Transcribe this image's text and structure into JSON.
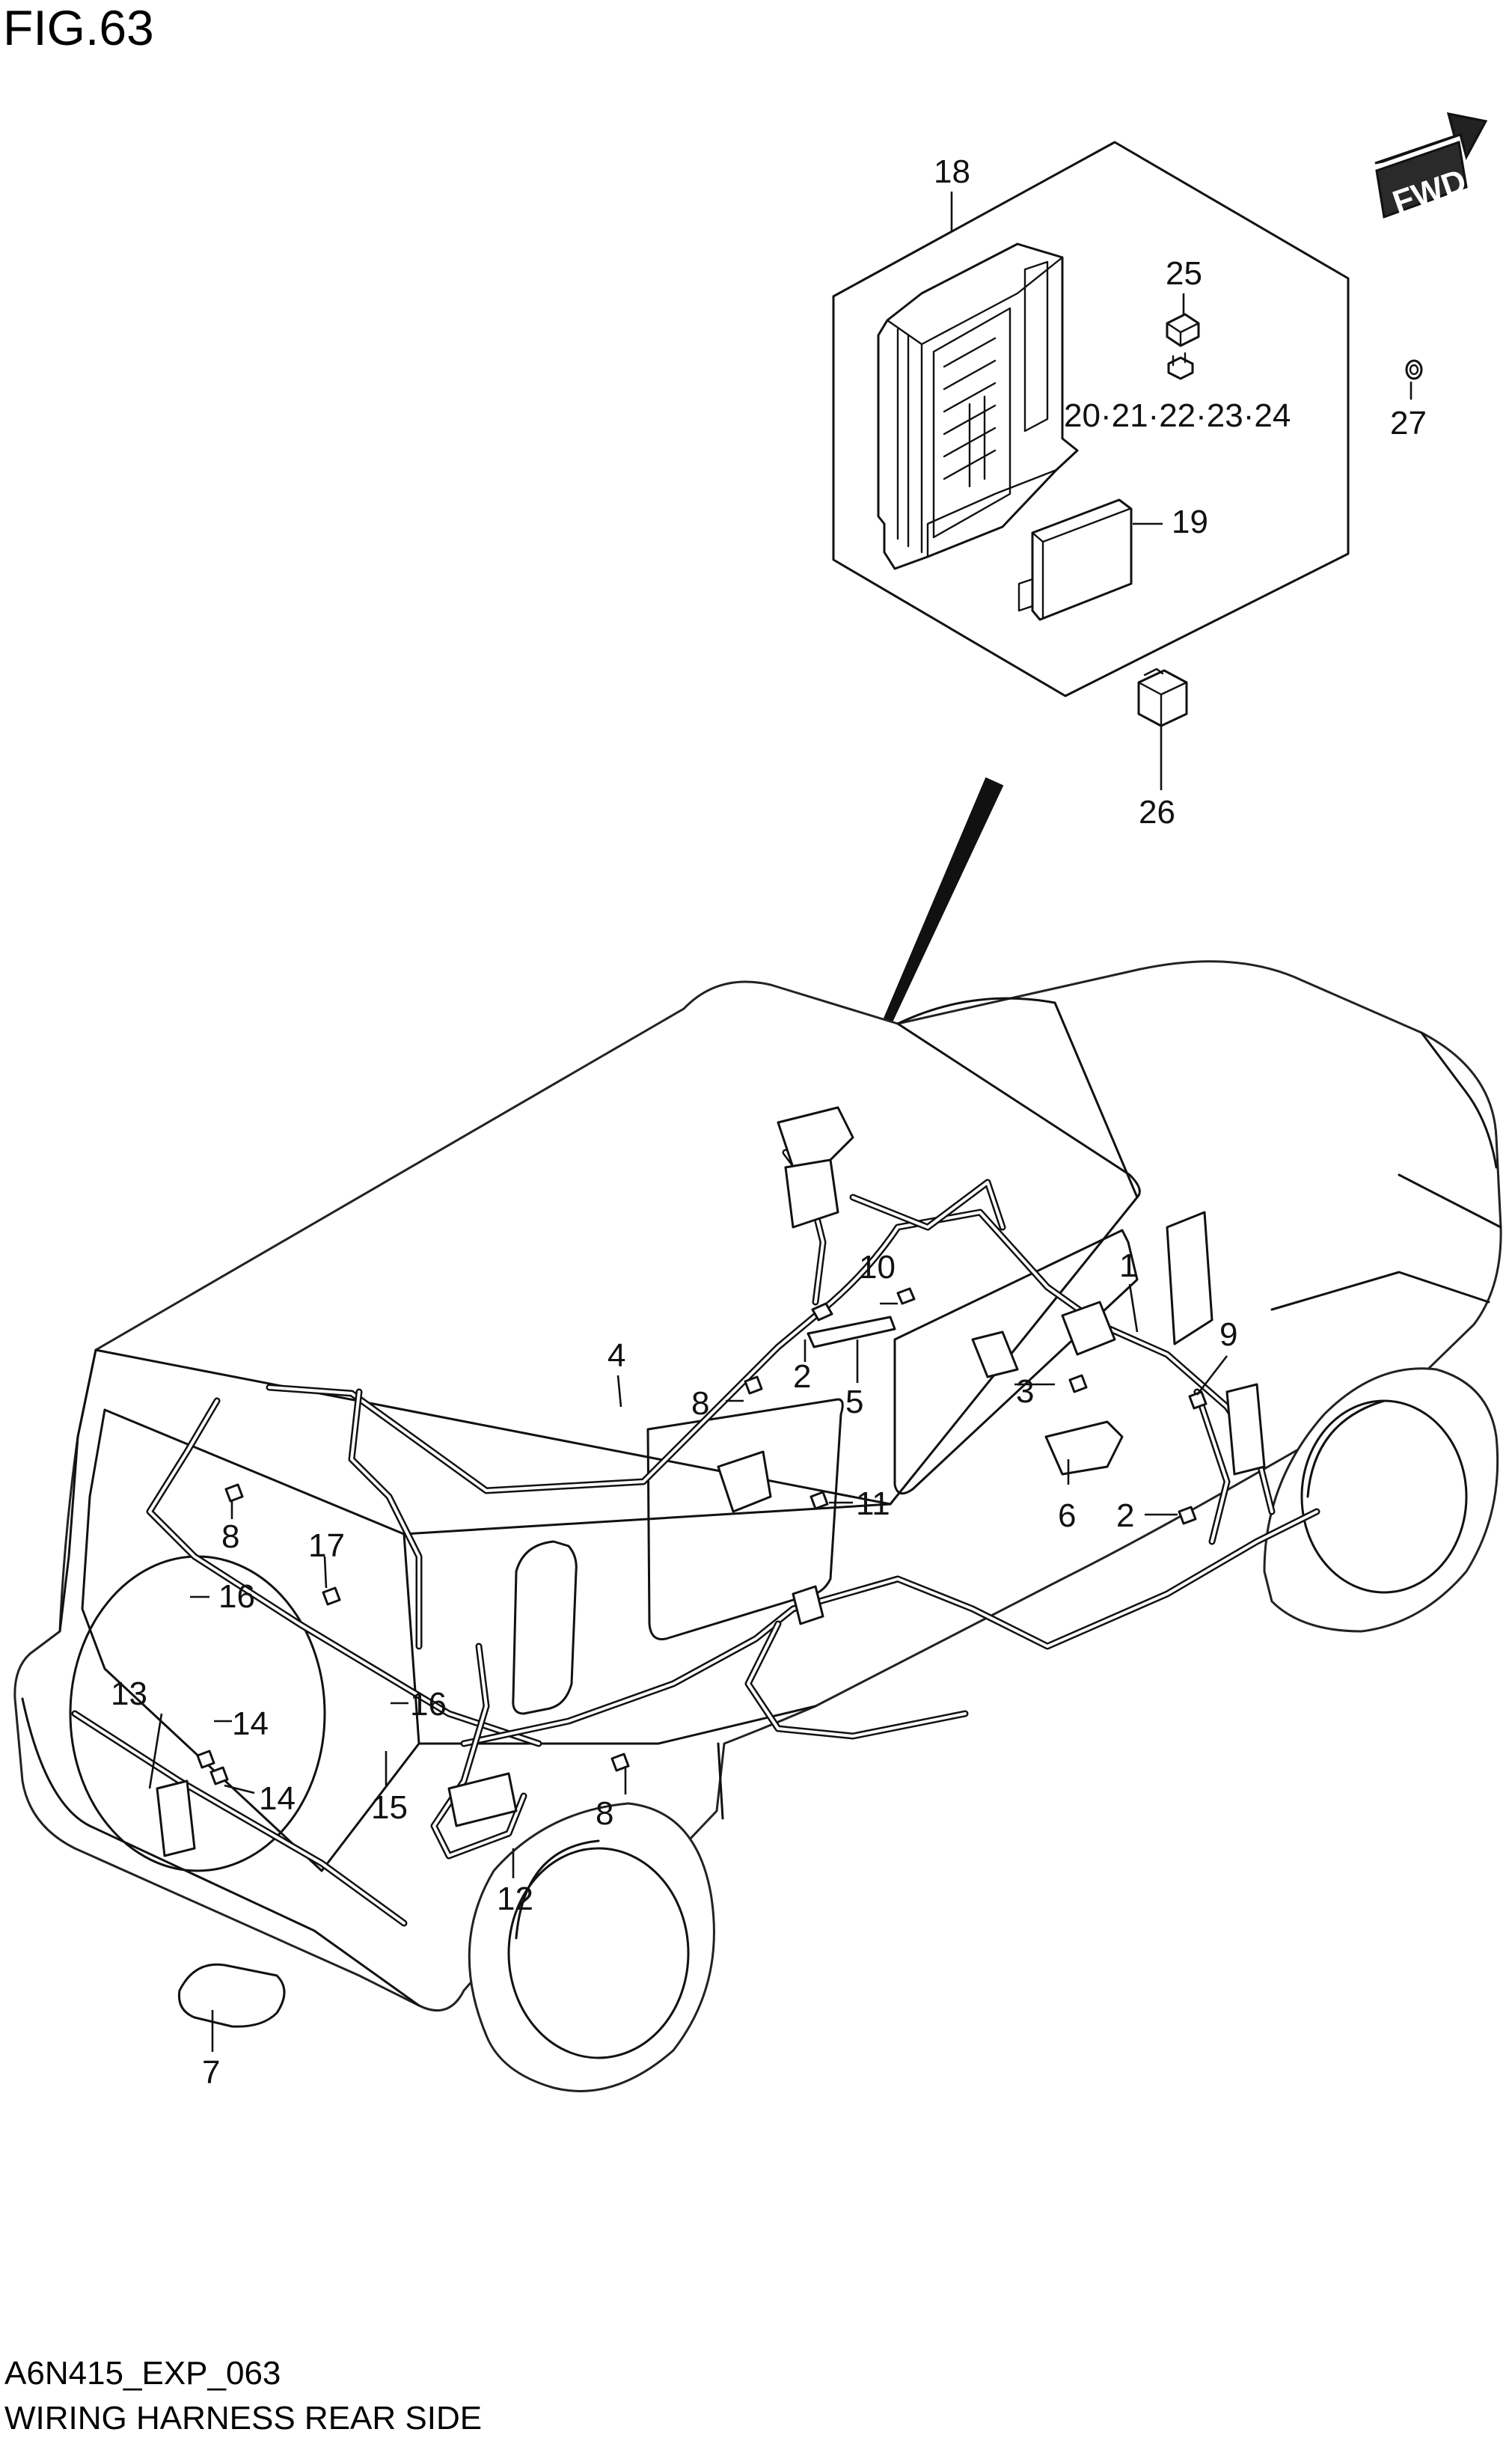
{
  "header": {
    "figure": "FIG.63"
  },
  "footer": {
    "code": "A6N415_EXP_063",
    "title": "WIRING HARNESS REAR SIDE"
  },
  "fwd_badge": {
    "text": "FWD"
  },
  "callouts": {
    "c1": "1",
    "c2a": "2",
    "c2b": "2",
    "c3": "3",
    "c4": "4",
    "c5": "5",
    "c6": "6",
    "c7": "7",
    "c8a": "8",
    "c8b": "8",
    "c8c": "8",
    "c9": "9",
    "c10": "10",
    "c11": "11",
    "c12": "12",
    "c13": "13",
    "c14a": "14",
    "c14b": "14",
    "c15": "15",
    "c16a": "16",
    "c16b": "16",
    "c17": "17",
    "c18": "18",
    "c19": "19",
    "c20_24": "20·21·22·23·24",
    "c25": "25",
    "c26": "26",
    "c27": "27"
  }
}
